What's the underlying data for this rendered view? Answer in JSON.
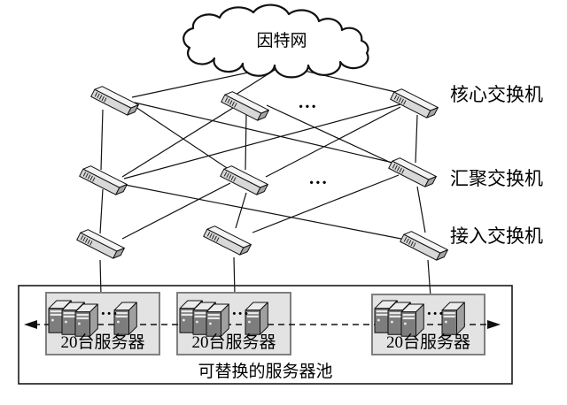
{
  "cloud": {
    "label": "因特网"
  },
  "layer_labels": {
    "core": "核心交换机",
    "aggregation": "汇聚交换机",
    "access": "接入交换机"
  },
  "ellipsis": "...",
  "server_pool": {
    "label": "可替换的服务器池",
    "groups": [
      {
        "label": "20台服务器"
      },
      {
        "label": "20台服务器"
      },
      {
        "label": "20台服务器"
      }
    ]
  },
  "colors": {
    "line": "#111111",
    "cloud_fill": "#ffffff",
    "switch_front": "#d8d8d8",
    "switch_top": "#f4f4f4",
    "switch_end": "#a6a6a6",
    "server_front": "#7d7d7d",
    "server_side": "#a0a0a0",
    "server_top": "#ececec",
    "group_fill": "#e3e3e3",
    "group_border": "#7f7f7f",
    "pool_border": "#1a1a1a",
    "background": "#ffffff"
  }
}
